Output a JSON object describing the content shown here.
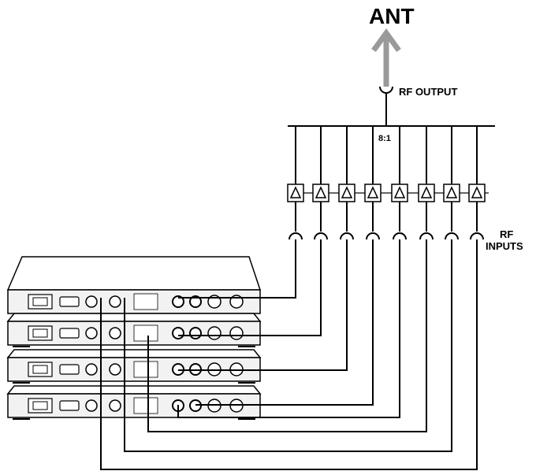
{
  "labels": {
    "antenna": "ANT",
    "rf_output": "RF OUTPUT",
    "splitter_ratio": "8:1",
    "rf_inputs_line1": "RF",
    "rf_inputs_line2": "INPUTS"
  },
  "colors": {
    "line": "#000000",
    "antenna_arrow": "#9a9a9a",
    "device_fill": "#ffffff",
    "front_panel": "#f2f2f2"
  },
  "counts": {
    "amplifiers": 8,
    "receivers": 4
  }
}
